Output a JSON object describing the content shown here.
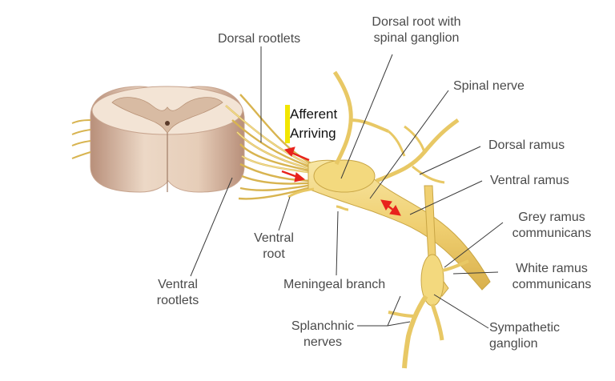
{
  "labels": {
    "dorsal_rootlets": "Dorsal rootlets",
    "dorsal_root_line1": "Dorsal root with",
    "dorsal_root_line2": "spinal ganglion",
    "spinal_nerve": "Spinal nerve",
    "dorsal_ramus": "Dorsal ramus",
    "ventral_ramus": "Ventral ramus",
    "grey_ramus_line1": "Grey ramus",
    "grey_ramus_line2": "communicans",
    "white_ramus_line1": "White ramus",
    "white_ramus_line2": "communicans",
    "sympathetic_line1": "Sympathetic",
    "sympathetic_line2": "ganglion",
    "ventral_root_line1": "Ventral",
    "ventral_root_line2": "root",
    "meningeal_branch": "Meningeal branch",
    "splanchnic_line1": "Splanchnic",
    "splanchnic_line2": "nerves",
    "ventral_rootlets_line1": "Ventral",
    "ventral_rootlets_line2": "rootlets"
  },
  "annotation": {
    "line1": "Afferent",
    "line2": "Arriving"
  },
  "colors": {
    "nerve": "#f4dc8a",
    "nerve_edge": "#c9a645",
    "cord": "#ecd8c6",
    "grey_matter": "#d3b49c",
    "arrow": "#e8231c",
    "highlight": "#f2e600",
    "label_text": "#4a4a4a",
    "leader_line": "#3a3a3a"
  }
}
